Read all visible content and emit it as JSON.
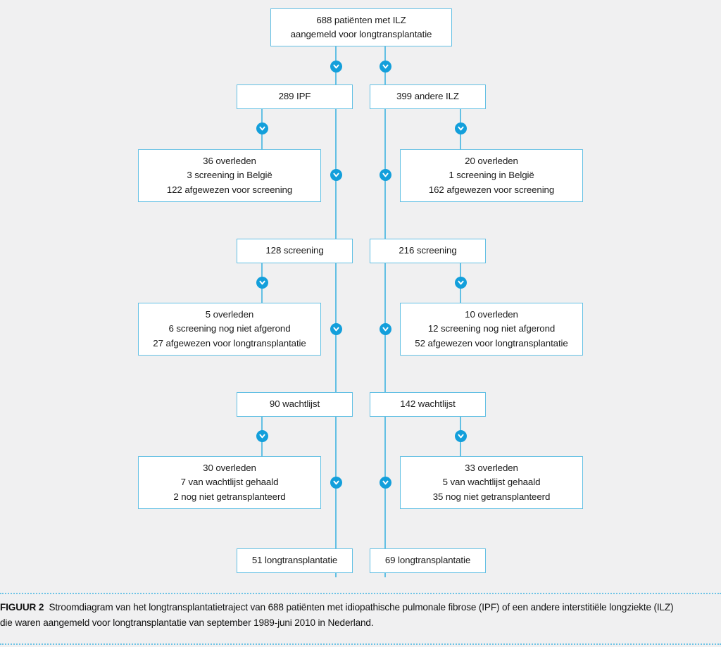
{
  "figure": {
    "label": "FIGUUR 2",
    "caption_line1": "Stroomdiagram van het longtransplantatietraject van 688 patiënten met idiopathische pulmonale fibrose (IPF) of een andere interstitiële longziekte (ILZ)",
    "caption_line2": "die waren aangemeld voor longtransplantatie van september 1989-juni 2010 in Nederland."
  },
  "colors": {
    "line": "#63c0e4",
    "arrow": "#139fdb",
    "box_fill": "#ffffff",
    "page_background": "#f0f0f1",
    "text": "#1a1a1a"
  },
  "diagram": {
    "type": "flowchart",
    "orientation": "top-down",
    "arrow_icon": "chevron-down-icon",
    "nodes": {
      "root": {
        "lines": [
          "688 patiënten met ILZ",
          "aangemeld voor longtransplantatie"
        ]
      },
      "ipf_cohort": {
        "lines": [
          "289 IPF"
        ]
      },
      "other_cohort": {
        "lines": [
          "399 andere ILZ"
        ]
      },
      "ipf_exclusions_1": {
        "lines": [
          "36 overleden",
          "3 screening in België",
          "122 afgewezen voor screening"
        ]
      },
      "other_exclusions_1": {
        "lines": [
          "20 overleden",
          "1 screening in België",
          "162 afgewezen voor screening"
        ]
      },
      "ipf_screening": {
        "lines": [
          "128 screening"
        ]
      },
      "other_screening": {
        "lines": [
          "216 screening"
        ]
      },
      "ipf_exclusions_2": {
        "lines": [
          "5 overleden",
          "6 screening nog niet afgerond",
          "27 afgewezen voor longtransplantatie"
        ]
      },
      "other_exclusions_2": {
        "lines": [
          "10 overleden",
          "12 screening nog niet afgerond",
          "52 afgewezen voor longtransplantatie"
        ]
      },
      "ipf_waitlist": {
        "lines": [
          "90 wachtlijst"
        ]
      },
      "other_waitlist": {
        "lines": [
          "142 wachtlijst"
        ]
      },
      "ipf_exclusions_3": {
        "lines": [
          "30 overleden",
          "7 van wachtlijst gehaald",
          "2 nog niet getransplanteerd"
        ]
      },
      "other_exclusions_3": {
        "lines": [
          "33 overleden",
          "5 van wachtlijst gehaald",
          "35 nog niet getransplanteerd"
        ]
      },
      "ipf_transplant": {
        "lines": [
          "51 longtransplantatie"
        ]
      },
      "other_transplant": {
        "lines": [
          "69 longtransplantatie"
        ]
      }
    }
  }
}
